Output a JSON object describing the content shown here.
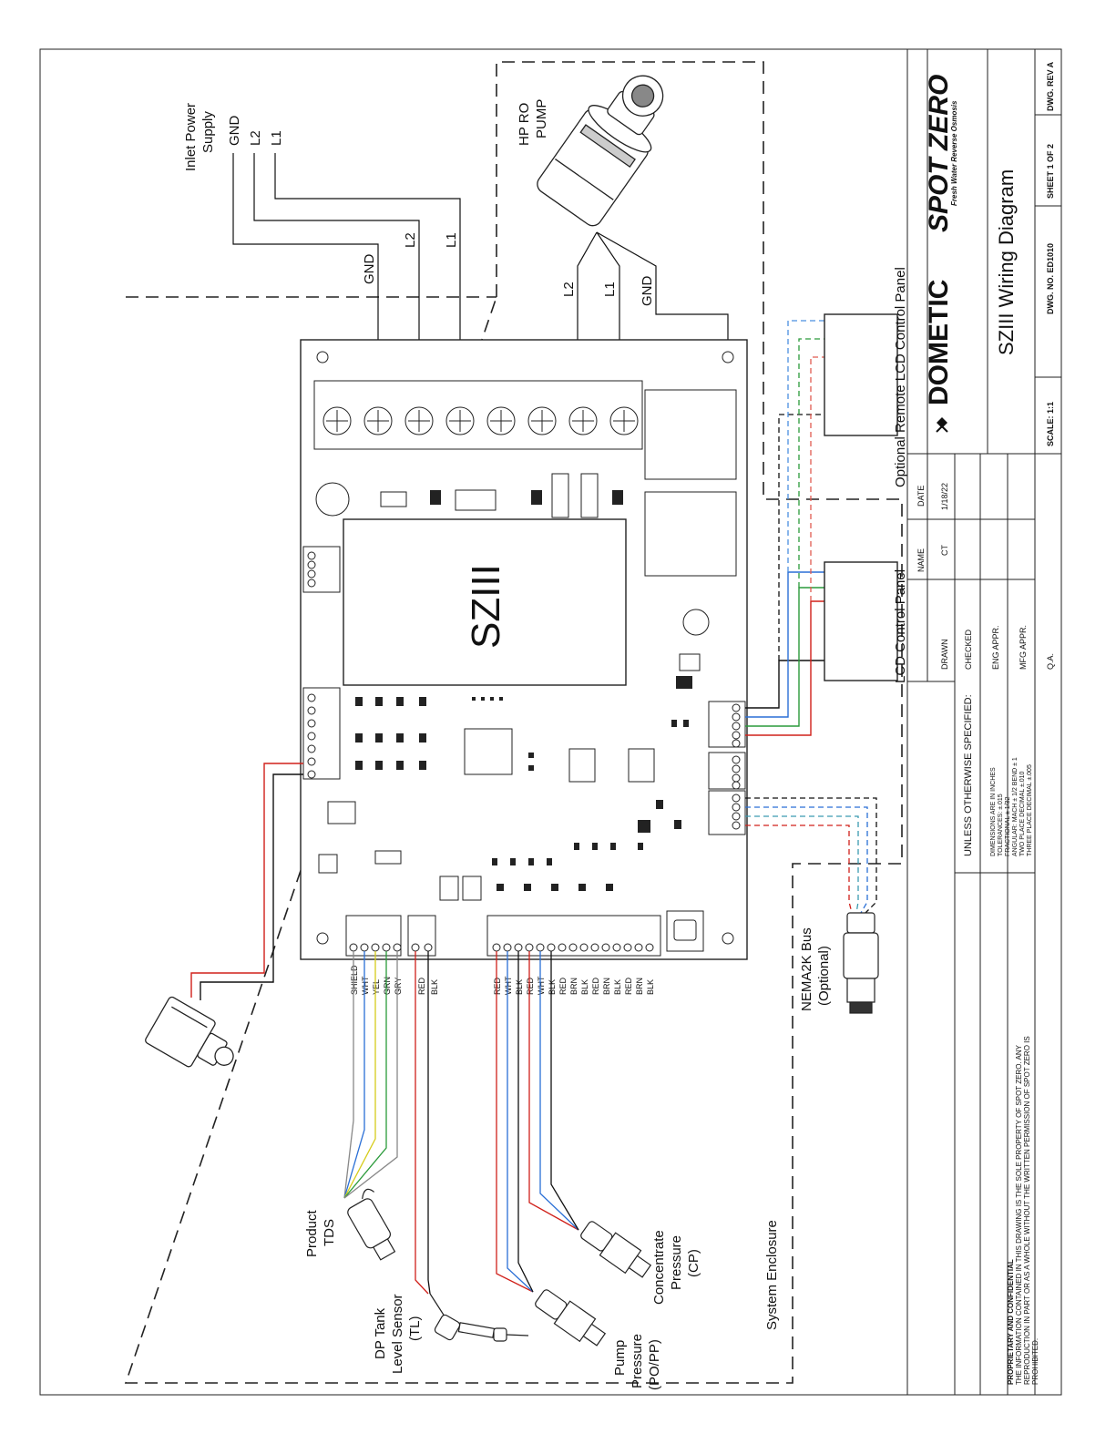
{
  "supply": {
    "title": [
      "Inlet Power",
      "Supply"
    ],
    "leads": [
      "GND",
      "L2",
      "L1"
    ]
  },
  "supply_wire_labels": [
    "GND",
    "L2",
    "L1"
  ],
  "pump": {
    "title": [
      "HP RO",
      "PUMP"
    ],
    "wire_labels": [
      "L2",
      "L1",
      "GND"
    ]
  },
  "board": {
    "title": "SZIII"
  },
  "lcd_panel": "LCD Control Panel",
  "remote_panel": "Optional Remote LCD Control Panel",
  "nema": {
    "title": [
      "NEMA2K Bus",
      "(Optional)"
    ]
  },
  "enclosure": "System Enclosure",
  "terminals": {
    "tds_group": [
      "SHIELD",
      "WHT",
      "YEL",
      "GRN",
      "GRY"
    ],
    "tank_group": [
      "RED",
      "BLK"
    ],
    "pressure_group": [
      "RED",
      "WHT",
      "BLK",
      "RED",
      "WHT",
      "BLK",
      "RED",
      "BRN",
      "BLK",
      "RED",
      "BRN",
      "BLK",
      "RED",
      "BRN",
      "BLK"
    ]
  },
  "sensors": {
    "tds": [
      "Product",
      "TDS"
    ],
    "tank": [
      "DP Tank",
      "Level Sensor",
      "(TL)"
    ],
    "pump_pressure": [
      "Pump",
      "Pressure",
      "(PO/PP)"
    ],
    "conc_pressure": [
      "Concentrate",
      "Pressure",
      "(CP)"
    ]
  },
  "title_block": {
    "company": "DOMETIC",
    "brand": "SPOT ZERO",
    "tagline": "Fresh Water Reverse Osmosis",
    "drawing_title": "SZIII Wiring Diagram",
    "scale": "SCALE: 1:1",
    "dwg_no": "DWG. NO.  ED1010",
    "sheet": "SHEET 1 OF 2",
    "rev": "DWG.  REV A",
    "name_header": "NAME",
    "date_header": "DATE",
    "rows": [
      {
        "label": "DRAWN",
        "name": "CT",
        "date": "1/18/22"
      },
      {
        "label": "CHECKED",
        "name": "",
        "date": ""
      },
      {
        "label": "ENG APPR.",
        "name": "",
        "date": ""
      },
      {
        "label": "MFG APPR.",
        "name": "",
        "date": ""
      },
      {
        "label": "Q.A.",
        "name": "",
        "date": ""
      }
    ],
    "unless": "UNLESS OTHERWISE SPECIFIED:",
    "tolerances": [
      "DIMENSIONS ARE IN INCHES",
      "TOLERANCES: ±.015",
      "FRACTIONAL ± 1/32",
      "ANGULAR: MACH ± 1/2   BEND ± 1",
      "TWO PLACE DECIMAL    ±.010",
      "THREE PLACE DECIMAL  ±.005"
    ]
  },
  "proprietary": {
    "heading": "PROPRIETARY AND CONFIDENTIAL",
    "lines": [
      "THE INFORMATION CONTAINED IN THIS DRAWING IS THE SOLE PROPERTY OF SPOT ZERO.  ANY",
      "REPRODUCTION IN PART OR AS A WHOLE WITHOUT THE WRITTEN PERMISSION OF SPOT ZERO IS",
      "PROHIBITED."
    ]
  }
}
